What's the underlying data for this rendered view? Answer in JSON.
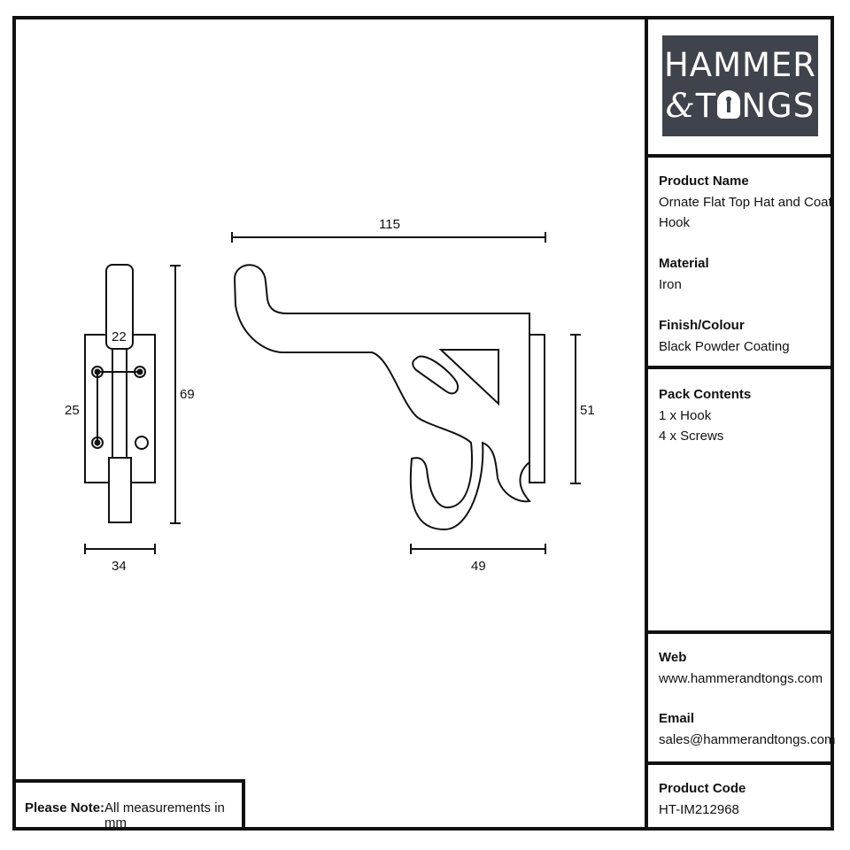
{
  "brand": {
    "line1": "HAMMER",
    "line2_amp": "&",
    "line2_a": "T",
    "line2_b": "NGS"
  },
  "specs": {
    "product_name_label": "Product Name",
    "product_name_value": "Ornate Flat Top Hat and Coat Hook",
    "material_label": "Material",
    "material_value": "Iron",
    "finish_label": "Finish/Colour",
    "finish_value": "Black Powder Coating",
    "pack_label": "Pack Contents",
    "pack_line1": "1 x Hook",
    "pack_line2": "4 x Screws",
    "web_label": "Web",
    "web_value": "www.hammerandtongs.com",
    "email_label": "Email",
    "email_value": "sales@hammerandtongs.com",
    "code_label": "Product Code",
    "code_value": "HT-IM212968"
  },
  "note": {
    "label": "Please Note:",
    "text": "All measurements in mm"
  },
  "dimensions": {
    "front_width": "34",
    "front_height": "69",
    "plate_height": "25",
    "top_width": "22",
    "side_length": "115",
    "side_height": "51",
    "side_depth": "49"
  },
  "colors": {
    "logo_bg": "#3f444c",
    "line": "#111111"
  }
}
